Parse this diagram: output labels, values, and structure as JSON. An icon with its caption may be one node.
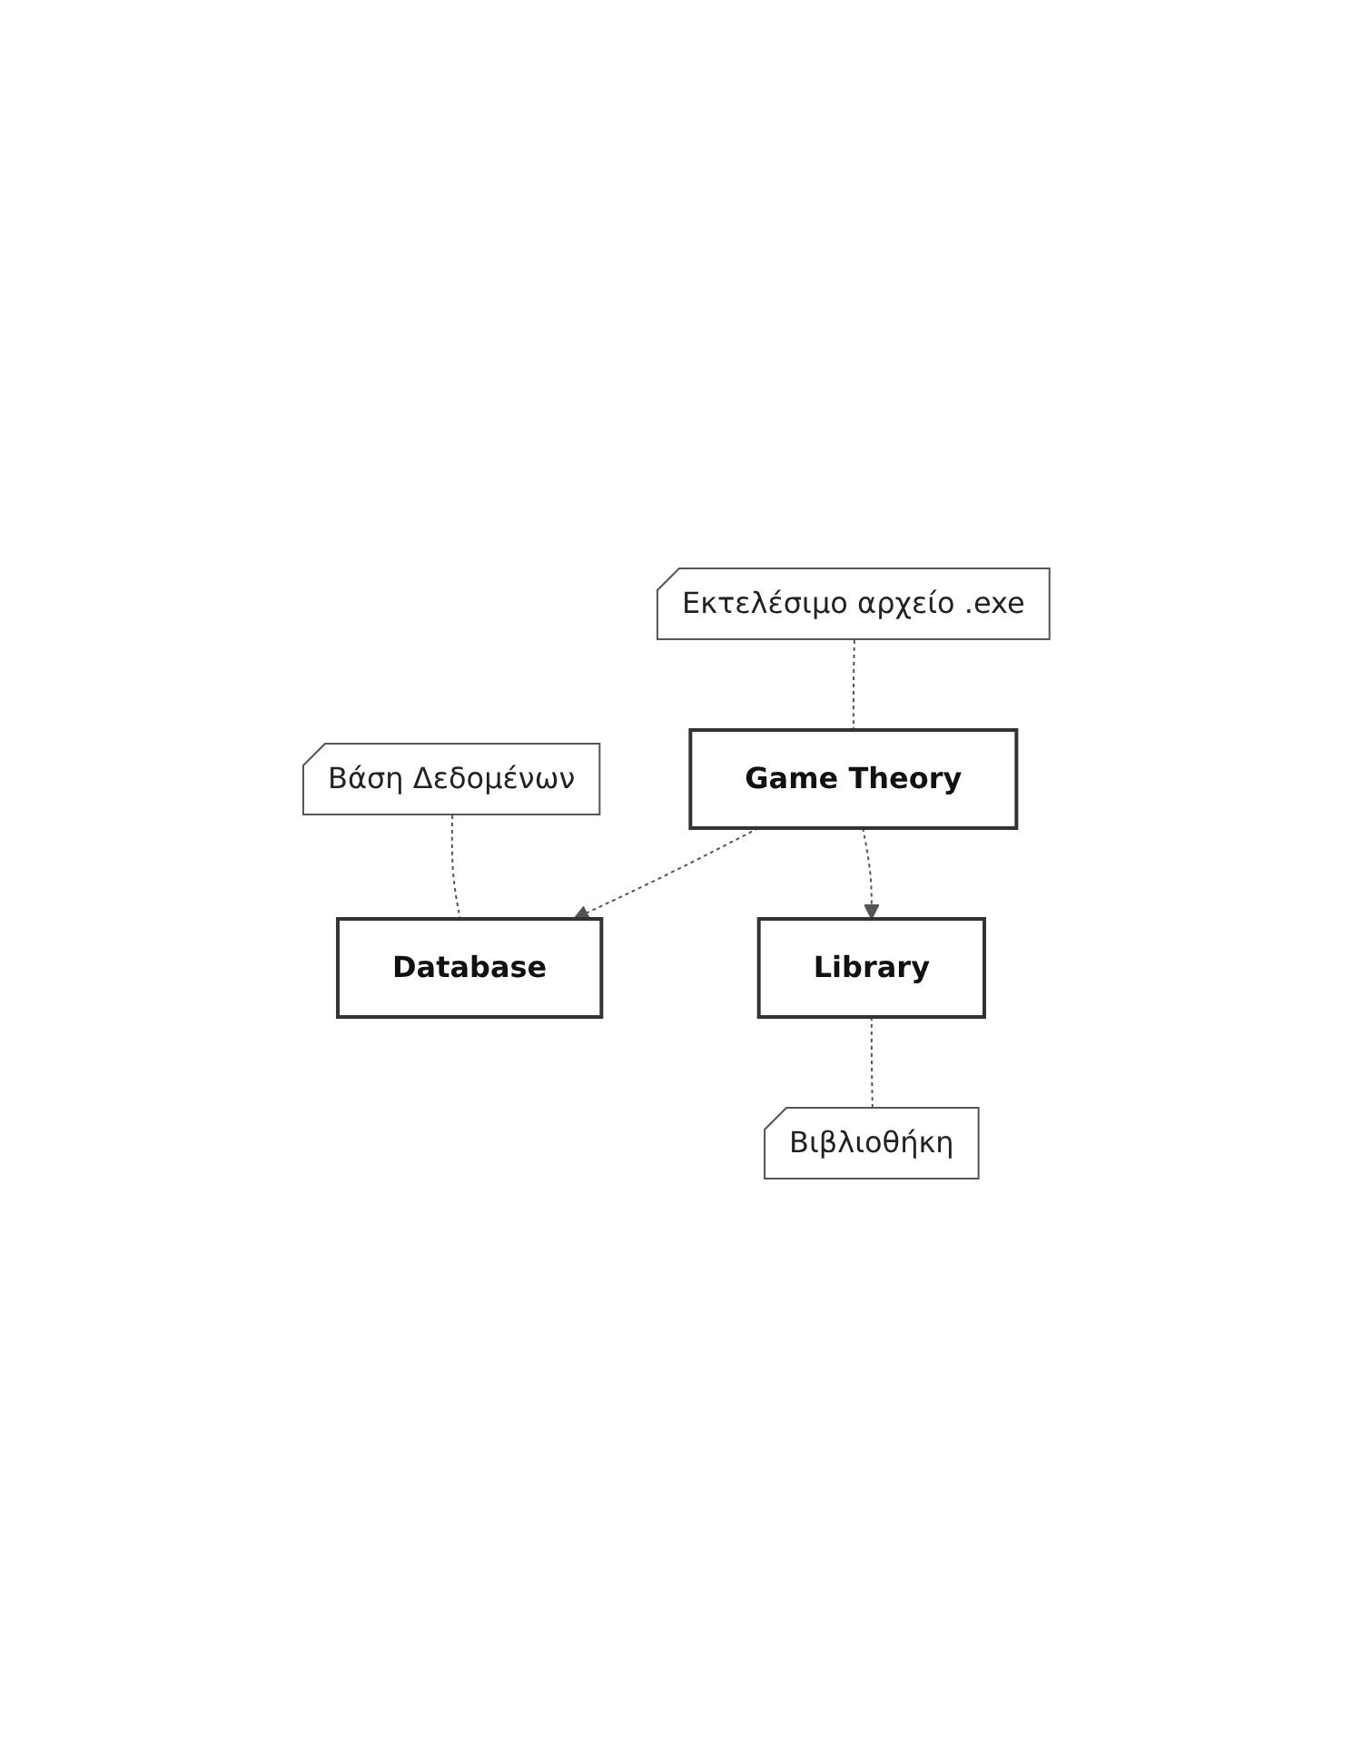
{
  "diagram": {
    "nodes": [
      {
        "text": [
          "Εκτελέσιμο αρχείο .exe"
        ]
      },
      {
        "text": [
          "Βάση Δεδομένων"
        ]
      },
      {
        "text": [
          "Game Theory"
        ]
      },
      {
        "text": [
          "Database"
        ]
      },
      {
        "text": [
          "Library"
        ]
      },
      {
        "text": [
          "Βιβλιοθήκη"
        ]
      }
    ],
    "edges": [
      {
        "from": 0,
        "to": 2,
        "arrow": "none",
        "style": "dashed"
      },
      {
        "from": 1,
        "to": 3,
        "arrow": "none",
        "style": "dashed"
      },
      {
        "from": 2,
        "to": 3,
        "arrow": "to",
        "style": "dashed"
      },
      {
        "from": 2,
        "to": 4,
        "arrow": "to",
        "style": "dashed"
      },
      {
        "from": 4,
        "to": 5,
        "arrow": "none",
        "style": "dashed"
      }
    ]
  }
}
